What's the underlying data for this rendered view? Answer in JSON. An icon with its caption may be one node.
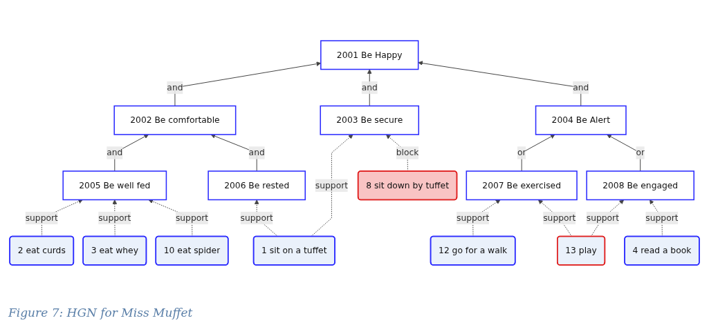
{
  "diagram": {
    "caption": "Figure 7: HGN for Miss Muffet",
    "nodes": [
      {
        "text": [
          "2001 Be Happy"
        ]
      },
      {
        "text": [
          "2002 Be comfortable"
        ]
      },
      {
        "text": [
          "2003 Be secure"
        ]
      },
      {
        "text": [
          "2004 Be Alert"
        ]
      },
      {
        "text": [
          "2005 Be well fed"
        ]
      },
      {
        "text": [
          "2006 Be rested"
        ]
      },
      {
        "text": [
          "2007 Be exercised"
        ]
      },
      {
        "text": [
          "2008 Be engaged"
        ]
      },
      {
        "text": [
          "2 eat curds"
        ]
      },
      {
        "text": [
          "3 eat whey"
        ]
      },
      {
        "text": [
          "10 eat spider"
        ]
      },
      {
        "text": [
          "1 sit on a tuffet"
        ]
      },
      {
        "text": [
          "8 sit down by tuffet"
        ]
      },
      {
        "text": [
          "12 go for a walk"
        ]
      },
      {
        "text": [
          "13 play"
        ]
      },
      {
        "text": [
          "4 read a book"
        ]
      }
    ],
    "edges": [
      {
        "from": 1,
        "to": 0,
        "arrow": "to",
        "label": "and"
      },
      {
        "from": 2,
        "to": 0,
        "arrow": "to",
        "label": "and"
      },
      {
        "from": 3,
        "to": 0,
        "arrow": "to",
        "label": "and"
      },
      {
        "from": 4,
        "to": 1,
        "arrow": "to",
        "label": "and"
      },
      {
        "from": 5,
        "to": 1,
        "arrow": "to",
        "label": "and"
      },
      {
        "from": 6,
        "to": 3,
        "arrow": "to",
        "label": "or"
      },
      {
        "from": 7,
        "to": 3,
        "arrow": "to",
        "label": "or"
      },
      {
        "from": 8,
        "to": 4,
        "arrow": "to",
        "label": "support",
        "style": "dashed"
      },
      {
        "from": 9,
        "to": 4,
        "arrow": "to",
        "label": "support",
        "style": "dashed"
      },
      {
        "from": 10,
        "to": 4,
        "arrow": "to",
        "label": "support",
        "style": "dashed"
      },
      {
        "from": 11,
        "to": 5,
        "arrow": "to",
        "label": "support",
        "style": "dashed"
      },
      {
        "from": 11,
        "to": 2,
        "arrow": "to",
        "label": "support",
        "style": "dashed"
      },
      {
        "from": 12,
        "to": 2,
        "arrow": "to",
        "label": "block",
        "style": "dashed"
      },
      {
        "from": 13,
        "to": 6,
        "arrow": "to",
        "label": "support",
        "style": "dashed"
      },
      {
        "from": 14,
        "to": 6,
        "arrow": "to",
        "label": "support",
        "style": "dashed"
      },
      {
        "from": 14,
        "to": 7,
        "arrow": "to",
        "label": "support",
        "style": "dashed"
      },
      {
        "from": 15,
        "to": 7,
        "arrow": "to",
        "label": "support",
        "style": "dashed"
      }
    ]
  }
}
